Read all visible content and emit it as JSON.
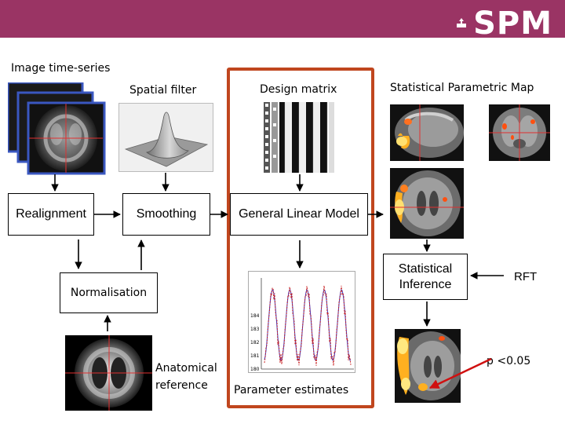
{
  "header": {
    "logo_text": "SPM"
  },
  "labels": {
    "image_time_series": "Image time-series",
    "spatial_filter": "Spatial filter",
    "design_matrix": "Design matrix",
    "statistical_parametric_map": "Statistical Parametric Map",
    "anatomical_reference_line1": "Anatomical",
    "anatomical_reference_line2": "reference",
    "parameter_estimates": "Parameter estimates",
    "rft": "RFT",
    "p_value": "p <0.05"
  },
  "boxes": {
    "realignment": "Realignment",
    "smoothing": "Smoothing",
    "glm": "General Linear Model",
    "normalisation": "Normalisation",
    "inference_line1": "Statistical",
    "inference_line2": "Inference"
  },
  "plot": {
    "ticks": [
      "184",
      "183",
      "182",
      "181",
      "180"
    ]
  },
  "colors": {
    "header": "#9a3464",
    "highlight_frame": "#c0461e",
    "arrow_red": "#d01010"
  }
}
